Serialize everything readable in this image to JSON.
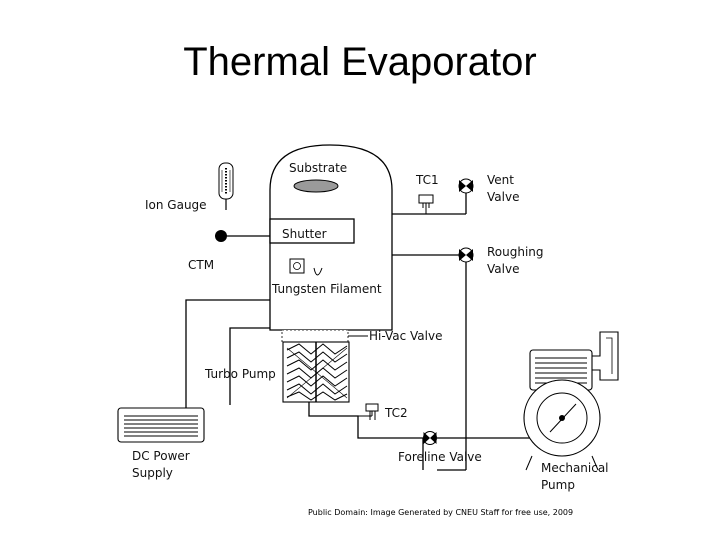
{
  "title": "Thermal Evaporator",
  "labels": {
    "substrate": "Substrate",
    "tc1": "TC1",
    "vent_valve": "Vent\nValve",
    "ion_gauge": "Ion Gauge",
    "shutter": "Shutter",
    "roughing_valve": "Roughing\nValve",
    "ctm": "CTM",
    "tungsten_filament": "Tungsten Filament",
    "hivac_valve": "Hi-Vac Valve",
    "turbo_pump": "Turbo Pump",
    "tc2": "TC2",
    "dc_power_supply": "DC Power\nSupply",
    "foreline_valve": "Foreline Valve",
    "mechanical_pump": "Mechanical\nPump"
  },
  "credit": "Public Domain: Image Generated by CNEU Staff for free use, 2009"
}
